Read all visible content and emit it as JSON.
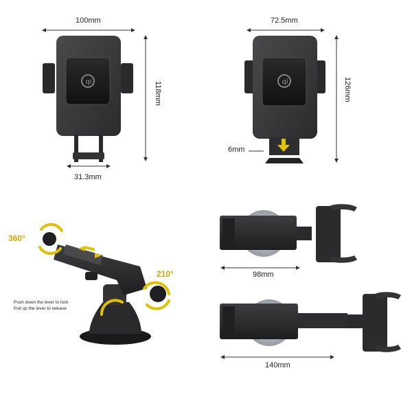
{
  "dimensions": {
    "front_width": "100mm",
    "front_height": "118mm",
    "front_base_width": "31.3mm",
    "side_width": "72.5mm",
    "side_height": "126mm",
    "side_extension": "6mm",
    "arm_short_length": "98mm",
    "arm_long_length": "140mm"
  },
  "rotation": {
    "ball_joint": "360°",
    "arm_pivot": "210°"
  },
  "instructions": {
    "line1": "Push down the lever to lock",
    "line2": "Pull up the lever to release"
  },
  "colors": {
    "body": "#3a3a3c",
    "face": "#1c1c1e",
    "accent": "#e0c200",
    "dim_line": "#333333"
  },
  "icons": {
    "charger_logo": "qi-icon",
    "rotation_arrow": "rotate-arrow-icon",
    "direction_arrow": "double-arrow-icon"
  }
}
